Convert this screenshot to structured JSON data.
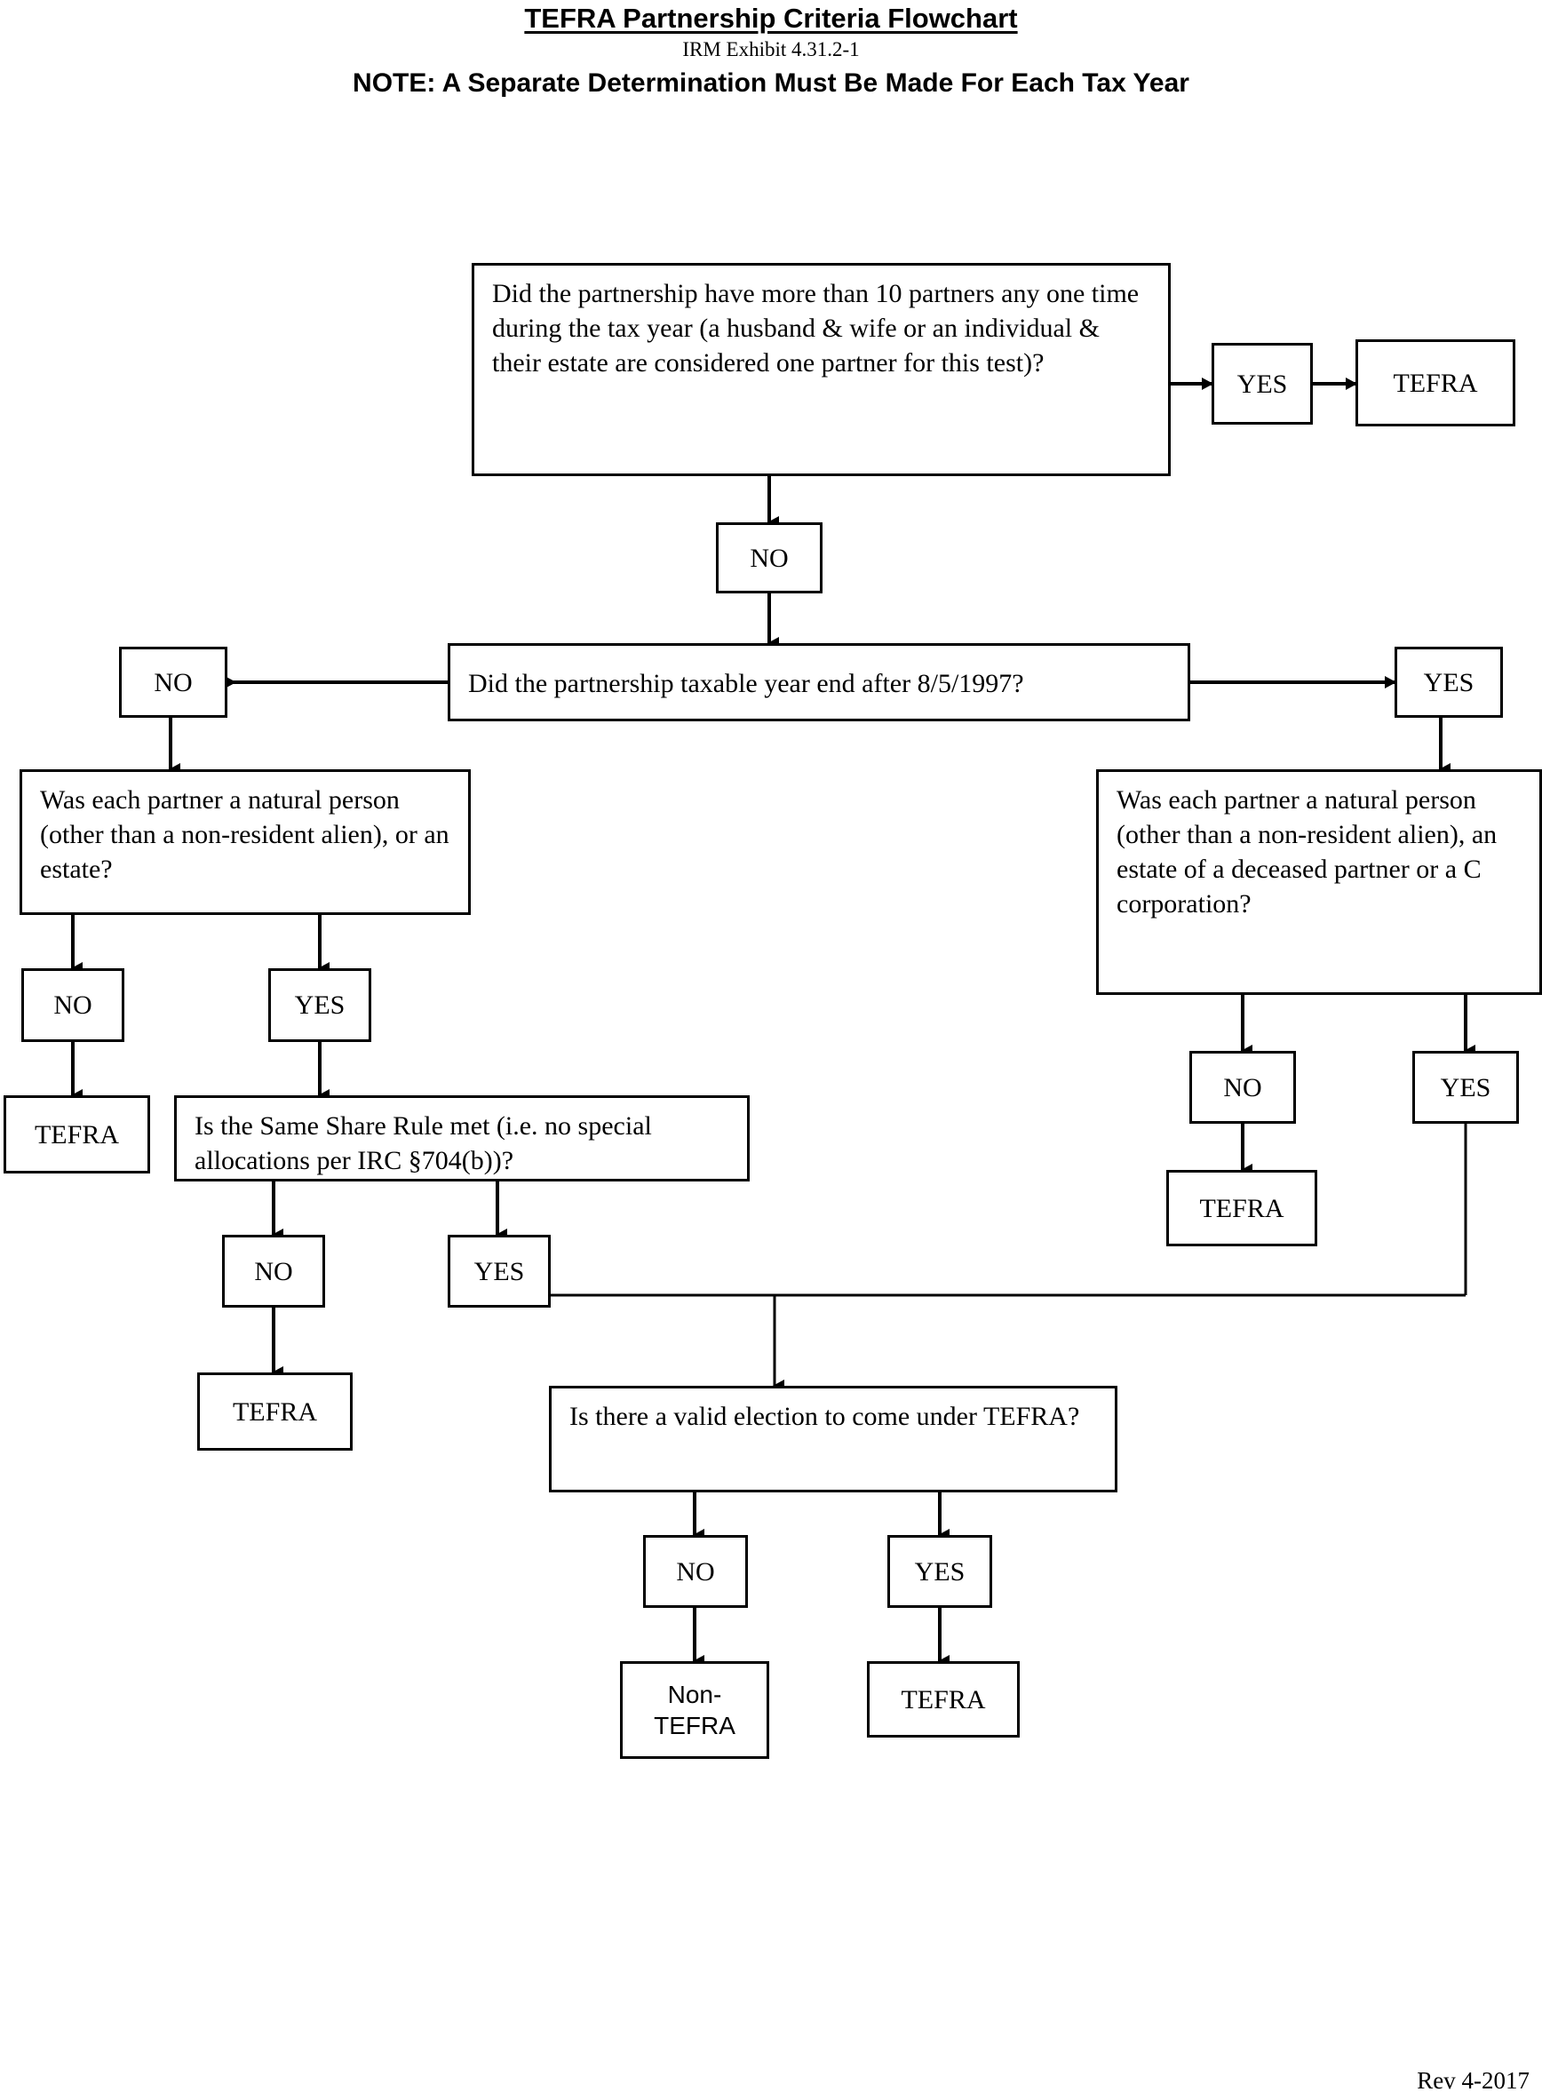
{
  "header": {
    "title": "TEFRA Partnership Criteria Flowchart",
    "subtitle": "IRM Exhibit 4.31.2-1",
    "note": "NOTE:  A Separate Determination Must Be Made For Each Tax Year"
  },
  "footer": {
    "revision": "Rev 4-2017"
  },
  "chart_data": {
    "type": "flowchart",
    "title": "TEFRA Partnership Criteria Flowchart",
    "nodes": [
      {
        "id": "q1",
        "kind": "question",
        "text": "Did the partnership have more than 10 partners any one time during the tax year (a husband & wife or an individual & their estate are considered one partner for this test)?"
      },
      {
        "id": "q1_yes",
        "kind": "answer",
        "text": "YES"
      },
      {
        "id": "q1_yes_t",
        "kind": "terminal",
        "text": "TEFRA"
      },
      {
        "id": "q1_no",
        "kind": "answer",
        "text": "NO"
      },
      {
        "id": "q2",
        "kind": "question",
        "text": "Did the partnership taxable year end after 8/5/1997?"
      },
      {
        "id": "q2_no",
        "kind": "answer",
        "text": "NO"
      },
      {
        "id": "q2_yes",
        "kind": "answer",
        "text": "YES"
      },
      {
        "id": "q3l",
        "kind": "question",
        "text": "Was each partner a natural person (other than a non-resident alien), or an estate?"
      },
      {
        "id": "q3l_no",
        "kind": "answer",
        "text": "NO"
      },
      {
        "id": "q3l_yes",
        "kind": "answer",
        "text": "YES"
      },
      {
        "id": "q3l_no_t",
        "kind": "terminal",
        "text": "TEFRA"
      },
      {
        "id": "q3r",
        "kind": "question",
        "text": "Was each partner a natural person (other than a non-resident alien), an estate of a deceased partner or a C corporation?"
      },
      {
        "id": "q3r_no",
        "kind": "answer",
        "text": "NO"
      },
      {
        "id": "q3r_yes",
        "kind": "answer",
        "text": "YES"
      },
      {
        "id": "q3r_no_t",
        "kind": "terminal",
        "text": "TEFRA"
      },
      {
        "id": "q4",
        "kind": "question",
        "text": "Is the Same Share Rule met (i.e. no special allocations per IRC §704(b))?"
      },
      {
        "id": "q4_no",
        "kind": "answer",
        "text": "NO"
      },
      {
        "id": "q4_yes",
        "kind": "answer",
        "text": "YES"
      },
      {
        "id": "q4_no_t",
        "kind": "terminal",
        "text": "TEFRA"
      },
      {
        "id": "q5",
        "kind": "question",
        "text": "Is there a valid election to come under TEFRA?"
      },
      {
        "id": "q5_no",
        "kind": "answer",
        "text": "NO"
      },
      {
        "id": "q5_yes",
        "kind": "answer",
        "text": "YES"
      },
      {
        "id": "q5_no_t",
        "kind": "terminal",
        "text": "Non-\nTEFRA"
      },
      {
        "id": "q5_yes_t",
        "kind": "terminal",
        "text": "TEFRA"
      }
    ],
    "edges": [
      {
        "from": "q1",
        "to": "q1_yes"
      },
      {
        "from": "q1_yes",
        "to": "q1_yes_t"
      },
      {
        "from": "q1",
        "to": "q1_no"
      },
      {
        "from": "q1_no",
        "to": "q2"
      },
      {
        "from": "q2",
        "to": "q2_no"
      },
      {
        "from": "q2",
        "to": "q2_yes"
      },
      {
        "from": "q2_no",
        "to": "q3l"
      },
      {
        "from": "q2_yes",
        "to": "q3r"
      },
      {
        "from": "q3l",
        "to": "q3l_no"
      },
      {
        "from": "q3l",
        "to": "q3l_yes"
      },
      {
        "from": "q3l_no",
        "to": "q3l_no_t"
      },
      {
        "from": "q3l_yes",
        "to": "q4"
      },
      {
        "from": "q3r",
        "to": "q3r_no"
      },
      {
        "from": "q3r",
        "to": "q3r_yes"
      },
      {
        "from": "q3r_no",
        "to": "q3r_no_t"
      },
      {
        "from": "q3r_yes",
        "to": "q5"
      },
      {
        "from": "q4",
        "to": "q4_no"
      },
      {
        "from": "q4",
        "to": "q4_yes"
      },
      {
        "from": "q4_no",
        "to": "q4_no_t"
      },
      {
        "from": "q4_yes",
        "to": "q5"
      },
      {
        "from": "q5",
        "to": "q5_no"
      },
      {
        "from": "q5",
        "to": "q5_yes"
      },
      {
        "from": "q5_no",
        "to": "q5_no_t"
      },
      {
        "from": "q5_yes",
        "to": "q5_yes_t"
      }
    ]
  }
}
